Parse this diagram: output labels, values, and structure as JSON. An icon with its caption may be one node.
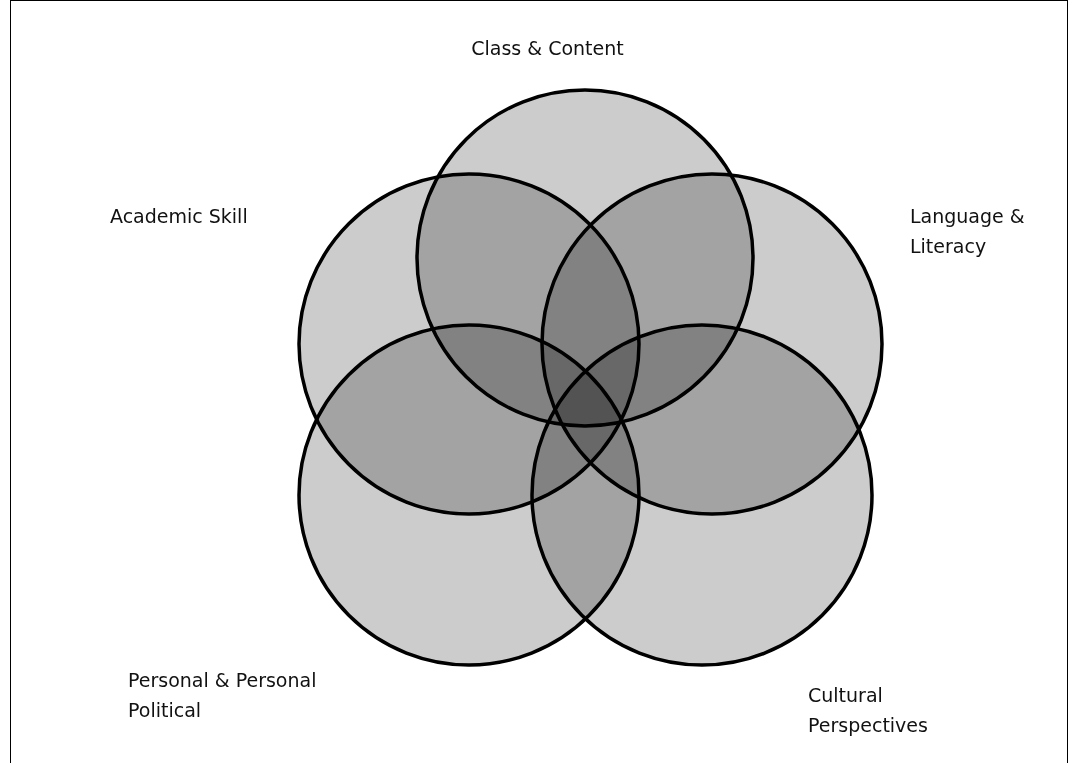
{
  "diagram": {
    "nodes": [
      {
        "text": [
          "Class & Content"
        ]
      },
      {
        "text": [
          "Academic Skill"
        ]
      },
      {
        "text": [
          "Language & Literacy"
        ]
      },
      {
        "text": [
          "Personal & Personal Political"
        ]
      },
      {
        "text": [
          "Cultural Perspectives"
        ]
      }
    ]
  }
}
